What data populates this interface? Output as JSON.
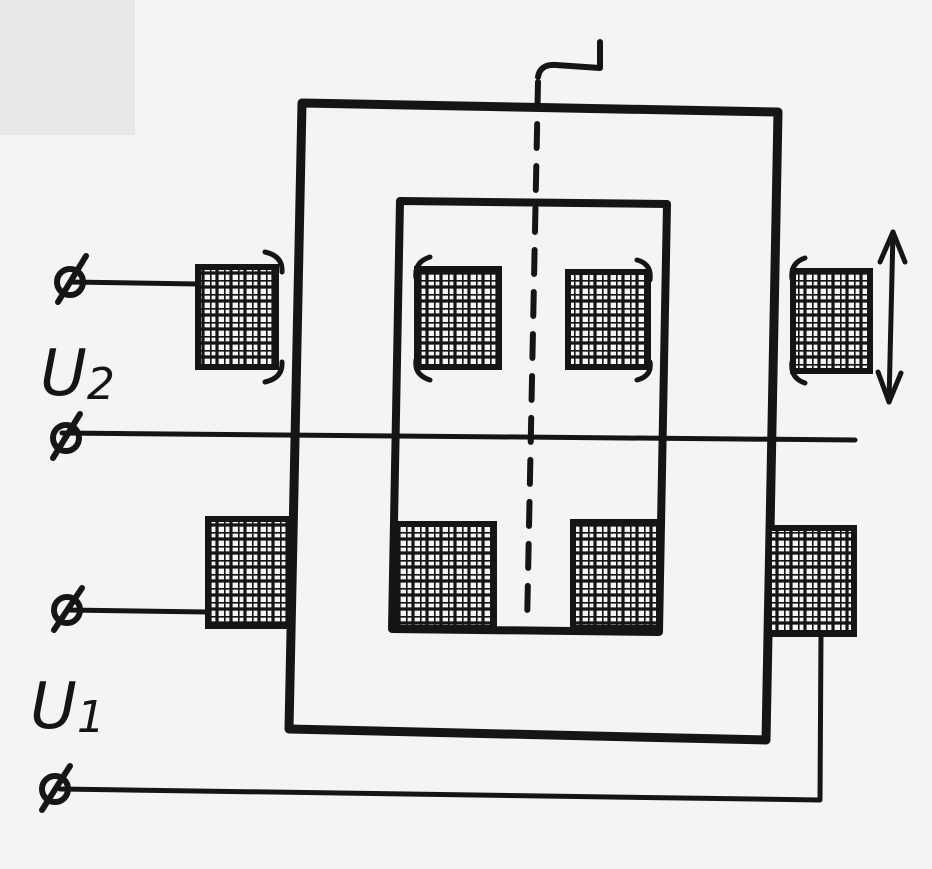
{
  "labels": {
    "secondary_voltage": {
      "main": "U",
      "subscript": "2"
    },
    "primary_voltage": {
      "main": "U",
      "subscript": "1"
    }
  },
  "terminal_symbol": "Ø",
  "ink_color": "#151515",
  "paper_color": "#f4f4f2"
}
